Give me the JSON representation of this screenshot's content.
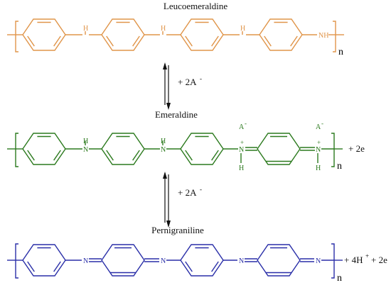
{
  "colors": {
    "leuco": "#E0954A",
    "emeraldine": "#2C7A1E",
    "pernigraniline": "#2A2FA8",
    "text": "#111111"
  },
  "leucoemeraldine": {
    "title": "Leucoemeraldine",
    "nh": "NH",
    "h": "H",
    "n_label": "n"
  },
  "equilibrium_1": {
    "label": "+ 2A",
    "charge": "-"
  },
  "emeraldine": {
    "title": "Emeraldine",
    "h": "H",
    "n": "N",
    "anion": "A",
    "anion_charge": "-",
    "plus": "+",
    "n_label": "n",
    "side_product": "+ 2e"
  },
  "equilibrium_2": {
    "label": "+ 2A",
    "charge": "-"
  },
  "pernigraniline": {
    "title": "Pernigraniline",
    "n": "N",
    "n_label": "n",
    "side_product_a": "+ 4H",
    "side_product_plus": "+",
    "side_product_b": "+ 2e"
  }
}
